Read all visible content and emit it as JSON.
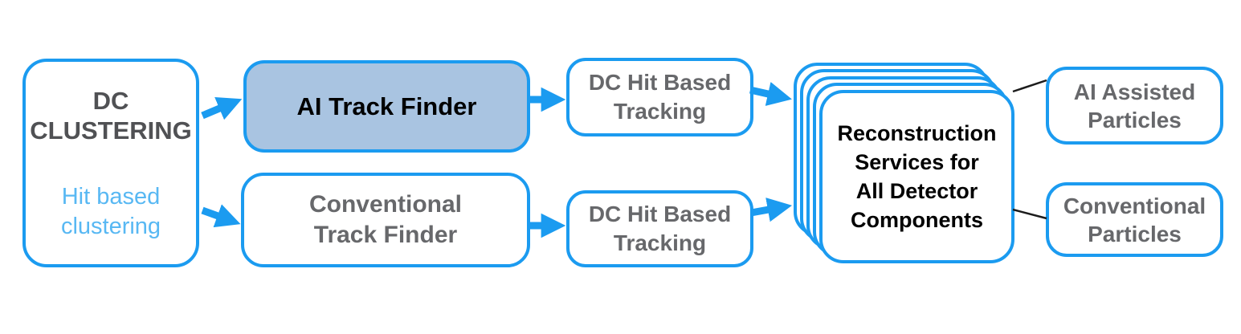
{
  "diagram": {
    "colors": {
      "box_border_blue": "#1b9bf0",
      "arrow_blue": "#1b9bf0",
      "ai_track_finder_fill": "#a9c4e1",
      "dark_gray_text": "#505154",
      "gray_text": "#67686b",
      "light_blue_text": "#58b8f3",
      "black_text": "#000000",
      "connector_black": "#1c1c1c",
      "background": "#ffffff"
    },
    "nodes": {
      "dc_clustering": {
        "title": [
          "DC",
          "CLUSTERING"
        ],
        "subtitle": [
          "Hit based",
          "clustering"
        ]
      },
      "ai_track_finder": {
        "label": "AI Track Finder"
      },
      "conventional_track_finder": {
        "label": [
          "Conventional",
          "Track Finder"
        ]
      },
      "dc_hit_based_tracking_top": {
        "label": [
          "DC Hit Based",
          "Tracking"
        ]
      },
      "dc_hit_based_tracking_bottom": {
        "label": [
          "DC Hit Based",
          "Tracking"
        ]
      },
      "reconstruction_services": {
        "label": [
          "Reconstruction",
          "Services for",
          "All Detector",
          "Components"
        ]
      },
      "ai_assisted_particles": {
        "label": [
          "AI Assisted",
          "Particles"
        ]
      },
      "conventional_particles": {
        "label": [
          "Conventional",
          "Particles"
        ]
      }
    }
  }
}
